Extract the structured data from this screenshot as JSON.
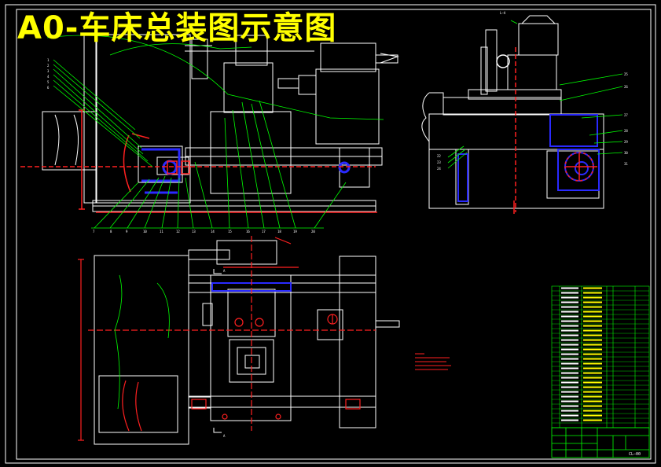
{
  "title": "A0-车床总装图示意图",
  "section_label": "L—A",
  "section_marker": "A",
  "drawing_number": "CL—00",
  "colors": {
    "background": "#000000",
    "title": "#ffff00",
    "outline": "#ffffff",
    "center": "#ff2020",
    "part": "#2a2aff",
    "leader": "#00ff00",
    "frame": "#00ff00",
    "note": "#ff2020"
  },
  "front_view_balloons": [
    "1",
    "2",
    "3",
    "4",
    "5",
    "6"
  ],
  "bottom_balloons": [
    "7",
    "8",
    "9",
    "10",
    "11",
    "12",
    "13",
    "14",
    "15",
    "16",
    "17",
    "18",
    "19",
    "20"
  ],
  "side_view_balloons": [
    "22",
    "23",
    "24",
    "25",
    "26",
    "27",
    "28",
    "29",
    "30",
    "31"
  ]
}
